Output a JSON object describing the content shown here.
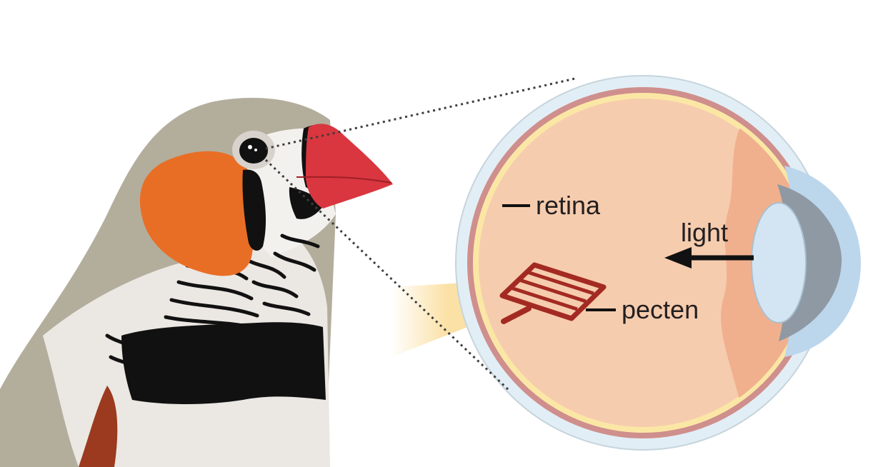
{
  "labels": {
    "retina": "retina",
    "light": "light",
    "pecten": "pecten"
  },
  "colors": {
    "plumage_grey": "#b3ae9c",
    "cheek_orange": "#e96e25",
    "beak_red": "#d9363f",
    "breast_white": "#ebe7e3",
    "flank_brown": "#9b3a1e",
    "black": "#111111",
    "eye_interior": "#f6ccae",
    "eye_wall": "#cf8f8d",
    "retina_yellow": "#fbe7a5",
    "sclera_blue": "#e2eef5",
    "lens_blue": "#d3e5f2",
    "cornea_blue": "#bcd6ec",
    "ciliary_peach": "#f0b08e",
    "pecten_red": "#a32a22",
    "optic_nerve": "#fbe1a6"
  },
  "icons": [
    "zebra-finch-head",
    "eye-cross-section",
    "pecten-comb",
    "light-arrow"
  ]
}
